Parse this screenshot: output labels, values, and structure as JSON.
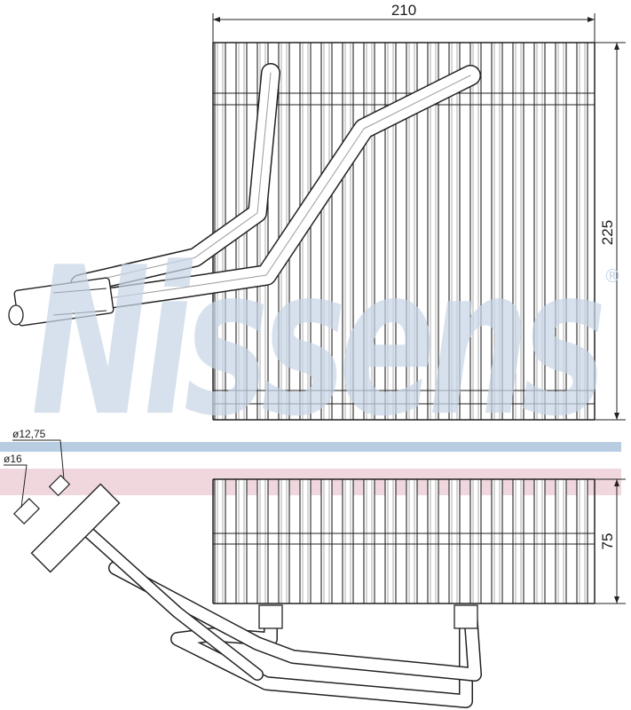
{
  "watermark": {
    "text": "Nissens",
    "mark": "®",
    "color": "#c7d6e6",
    "stripe_blue": "#b8cde2",
    "stripe_pink": "#f0d7de"
  },
  "dimensions": {
    "width": "210",
    "height": "225",
    "depth": "75"
  },
  "pipes": {
    "small_diameter": "ø12,75",
    "large_diameter": "ø16"
  }
}
